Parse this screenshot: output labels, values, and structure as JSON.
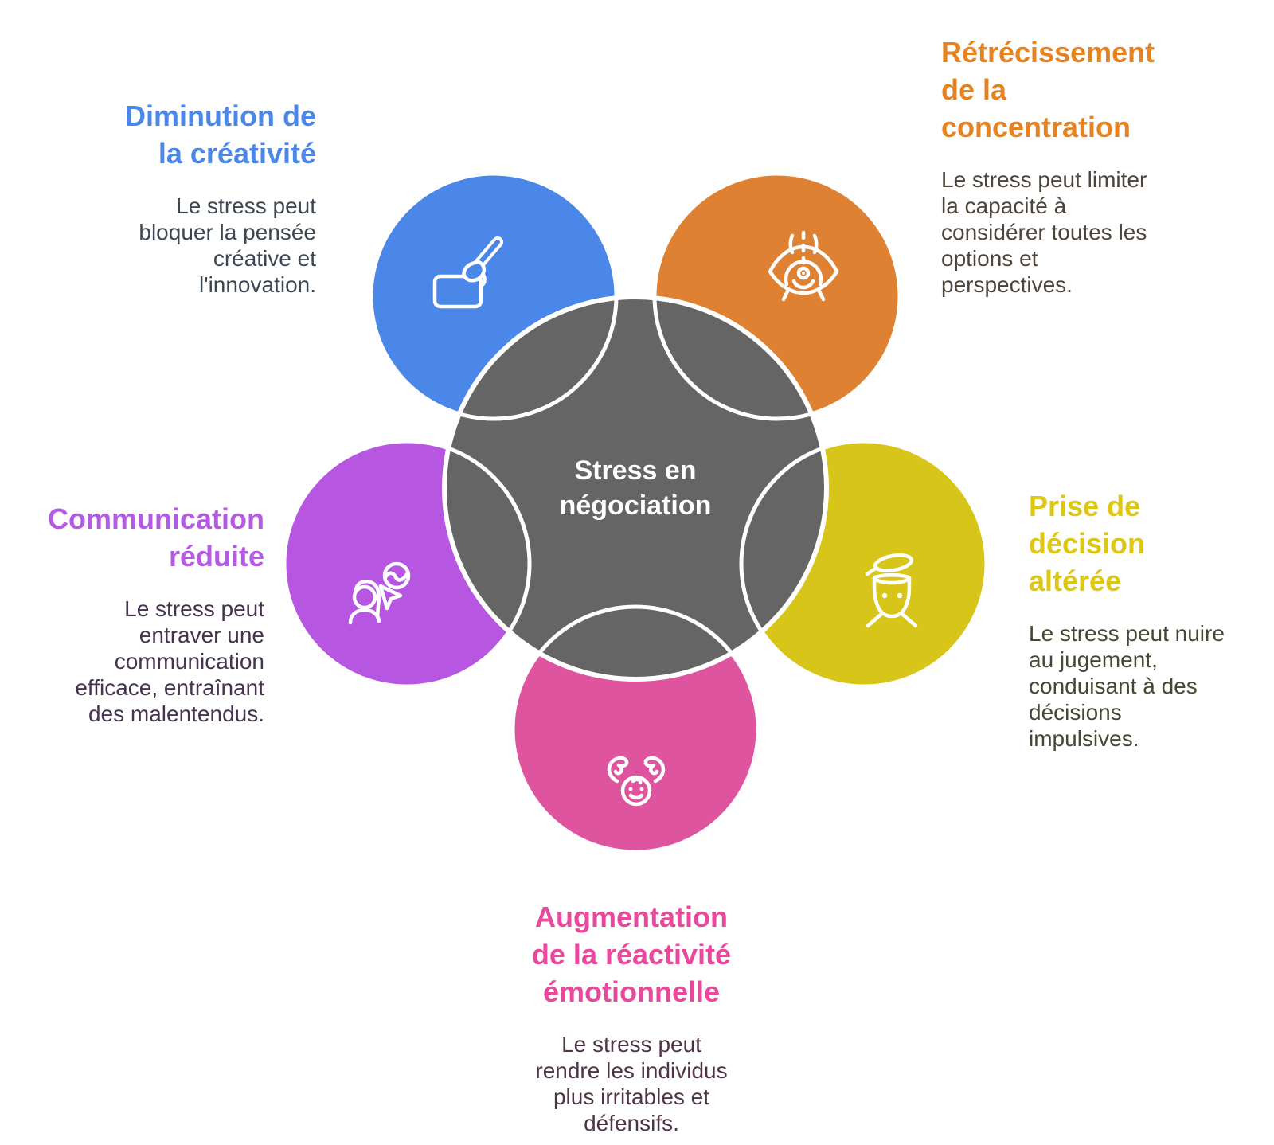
{
  "center": {
    "title": [
      "Stress en",
      "négociation"
    ],
    "bg_color": "#656565",
    "text_color": "#ffffff"
  },
  "sections": [
    {
      "id": "creativity",
      "position": "top-left",
      "icon": "paintbrush-icon",
      "circle_color": "#4b87e8",
      "title_color": "#4a87e8",
      "desc_color": "#3d4754",
      "title": [
        "Diminution de",
        "la créativité"
      ],
      "description": [
        "Le stress peut",
        "bloquer la pensée",
        "créative et",
        "l'innovation."
      ]
    },
    {
      "id": "concentration",
      "position": "top-right",
      "icon": "focused-eye-icon",
      "circle_color": "#df8133",
      "title_color": "#e6821f",
      "desc_color": "#4d443b",
      "title": [
        "Rétrécissement",
        "de la",
        "concentration"
      ],
      "description": [
        "Le stress peut limiter",
        "la capacité à",
        "considérer toutes les",
        "options et",
        "perspectives."
      ]
    },
    {
      "id": "communication",
      "position": "left",
      "icon": "two-people-cursor-icon",
      "circle_color": "#b656e1",
      "title_color": "#b55ae3",
      "desc_color": "#45334f",
      "title": [
        "Communication",
        "réduite"
      ],
      "description": [
        "Le stress peut",
        "entraver une",
        "communication",
        "efficace, entraînant",
        "des malentendus."
      ]
    },
    {
      "id": "decision",
      "position": "right",
      "icon": "open-head-icon",
      "circle_color": "#d8c51a",
      "title_color": "#ddc713",
      "desc_color": "#494631",
      "title": [
        "Prise de",
        "décision",
        "altérée"
      ],
      "description": [
        "Le stress peut nuire",
        "au jugement,",
        "conduisant à des",
        "décisions",
        "impulsives."
      ]
    },
    {
      "id": "emotional",
      "position": "bottom",
      "icon": "hands-over-baby-icon",
      "circle_color": "#df549e",
      "title_color": "#e9489c",
      "desc_color": "#4f3447",
      "title": [
        "Augmentation",
        "de la réactivité",
        "émotionnelle"
      ],
      "description": [
        "Le stress peut",
        "rendre les individus",
        "plus irritables et",
        "défensifs."
      ]
    }
  ]
}
